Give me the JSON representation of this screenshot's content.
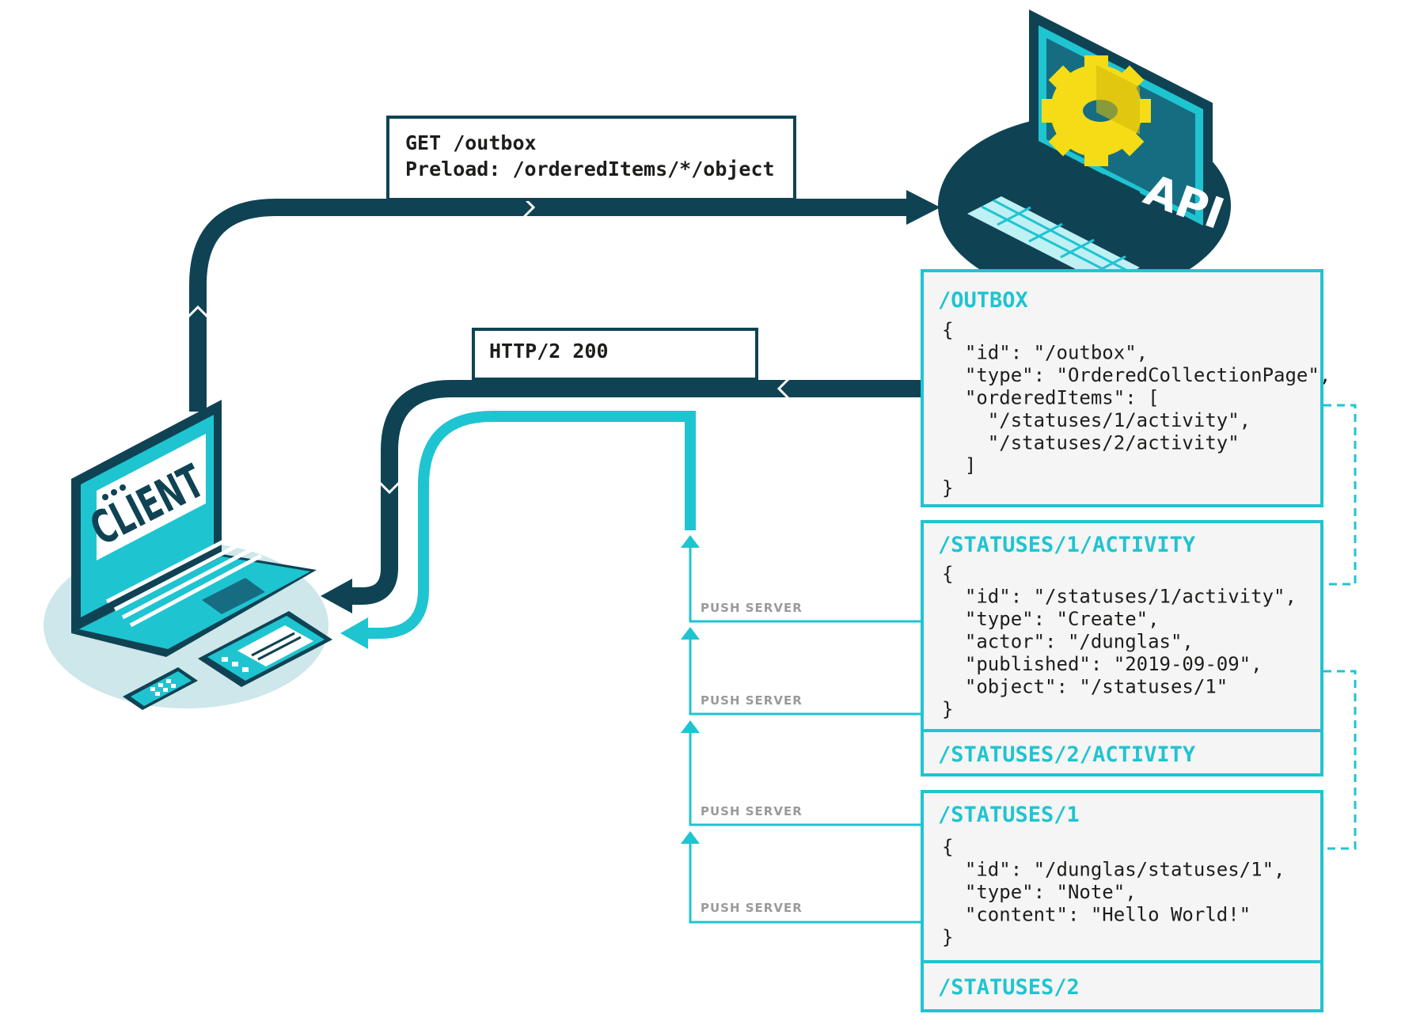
{
  "request": {
    "line1": "GET /outbox",
    "line2": "Preload: /orderedItems/*/object"
  },
  "response": {
    "status": "HTTP/2 200"
  },
  "client_label": "CLIENT",
  "api_label": "API",
  "push_label": "PUSH SERVER",
  "resources": [
    {
      "title": "/OUTBOX",
      "lines": [
        "{",
        "  \"id\": \"/outbox\",",
        "  \"type\": \"OrderedCollectionPage\",",
        "  \"orderedItems\": [",
        "    \"/statuses/1/activity\",",
        "    \"/statuses/2/activity\"",
        "  ]",
        "}"
      ]
    },
    {
      "title": "/STATUSES/1/ACTIVITY",
      "lines": [
        "{",
        "  \"id\": \"/statuses/1/activity\",",
        "  \"type\": \"Create\",",
        "  \"actor\": \"/dunglas\",",
        "  \"published\": \"2019-09-09\",",
        "  \"object\": \"/statuses/1\"",
        "}"
      ]
    },
    {
      "title": "/STATUSES/2/ACTIVITY",
      "lines": []
    },
    {
      "title": "/STATUSES/1",
      "lines": [
        "{",
        "  \"id\": \"/dunglas/statuses/1\",",
        "  \"type\": \"Note\",",
        "  \"content\": \"Hello World!\"",
        "}"
      ]
    },
    {
      "title": "/STATUSES/2",
      "lines": []
    }
  ],
  "colors": {
    "dark": "#0f4354",
    "teal": "#1fc4d1",
    "box_bg": "#f5f5f5",
    "text": "#1d1d1b",
    "gray": "#9a9a9a",
    "gear": "#f5dc16"
  }
}
